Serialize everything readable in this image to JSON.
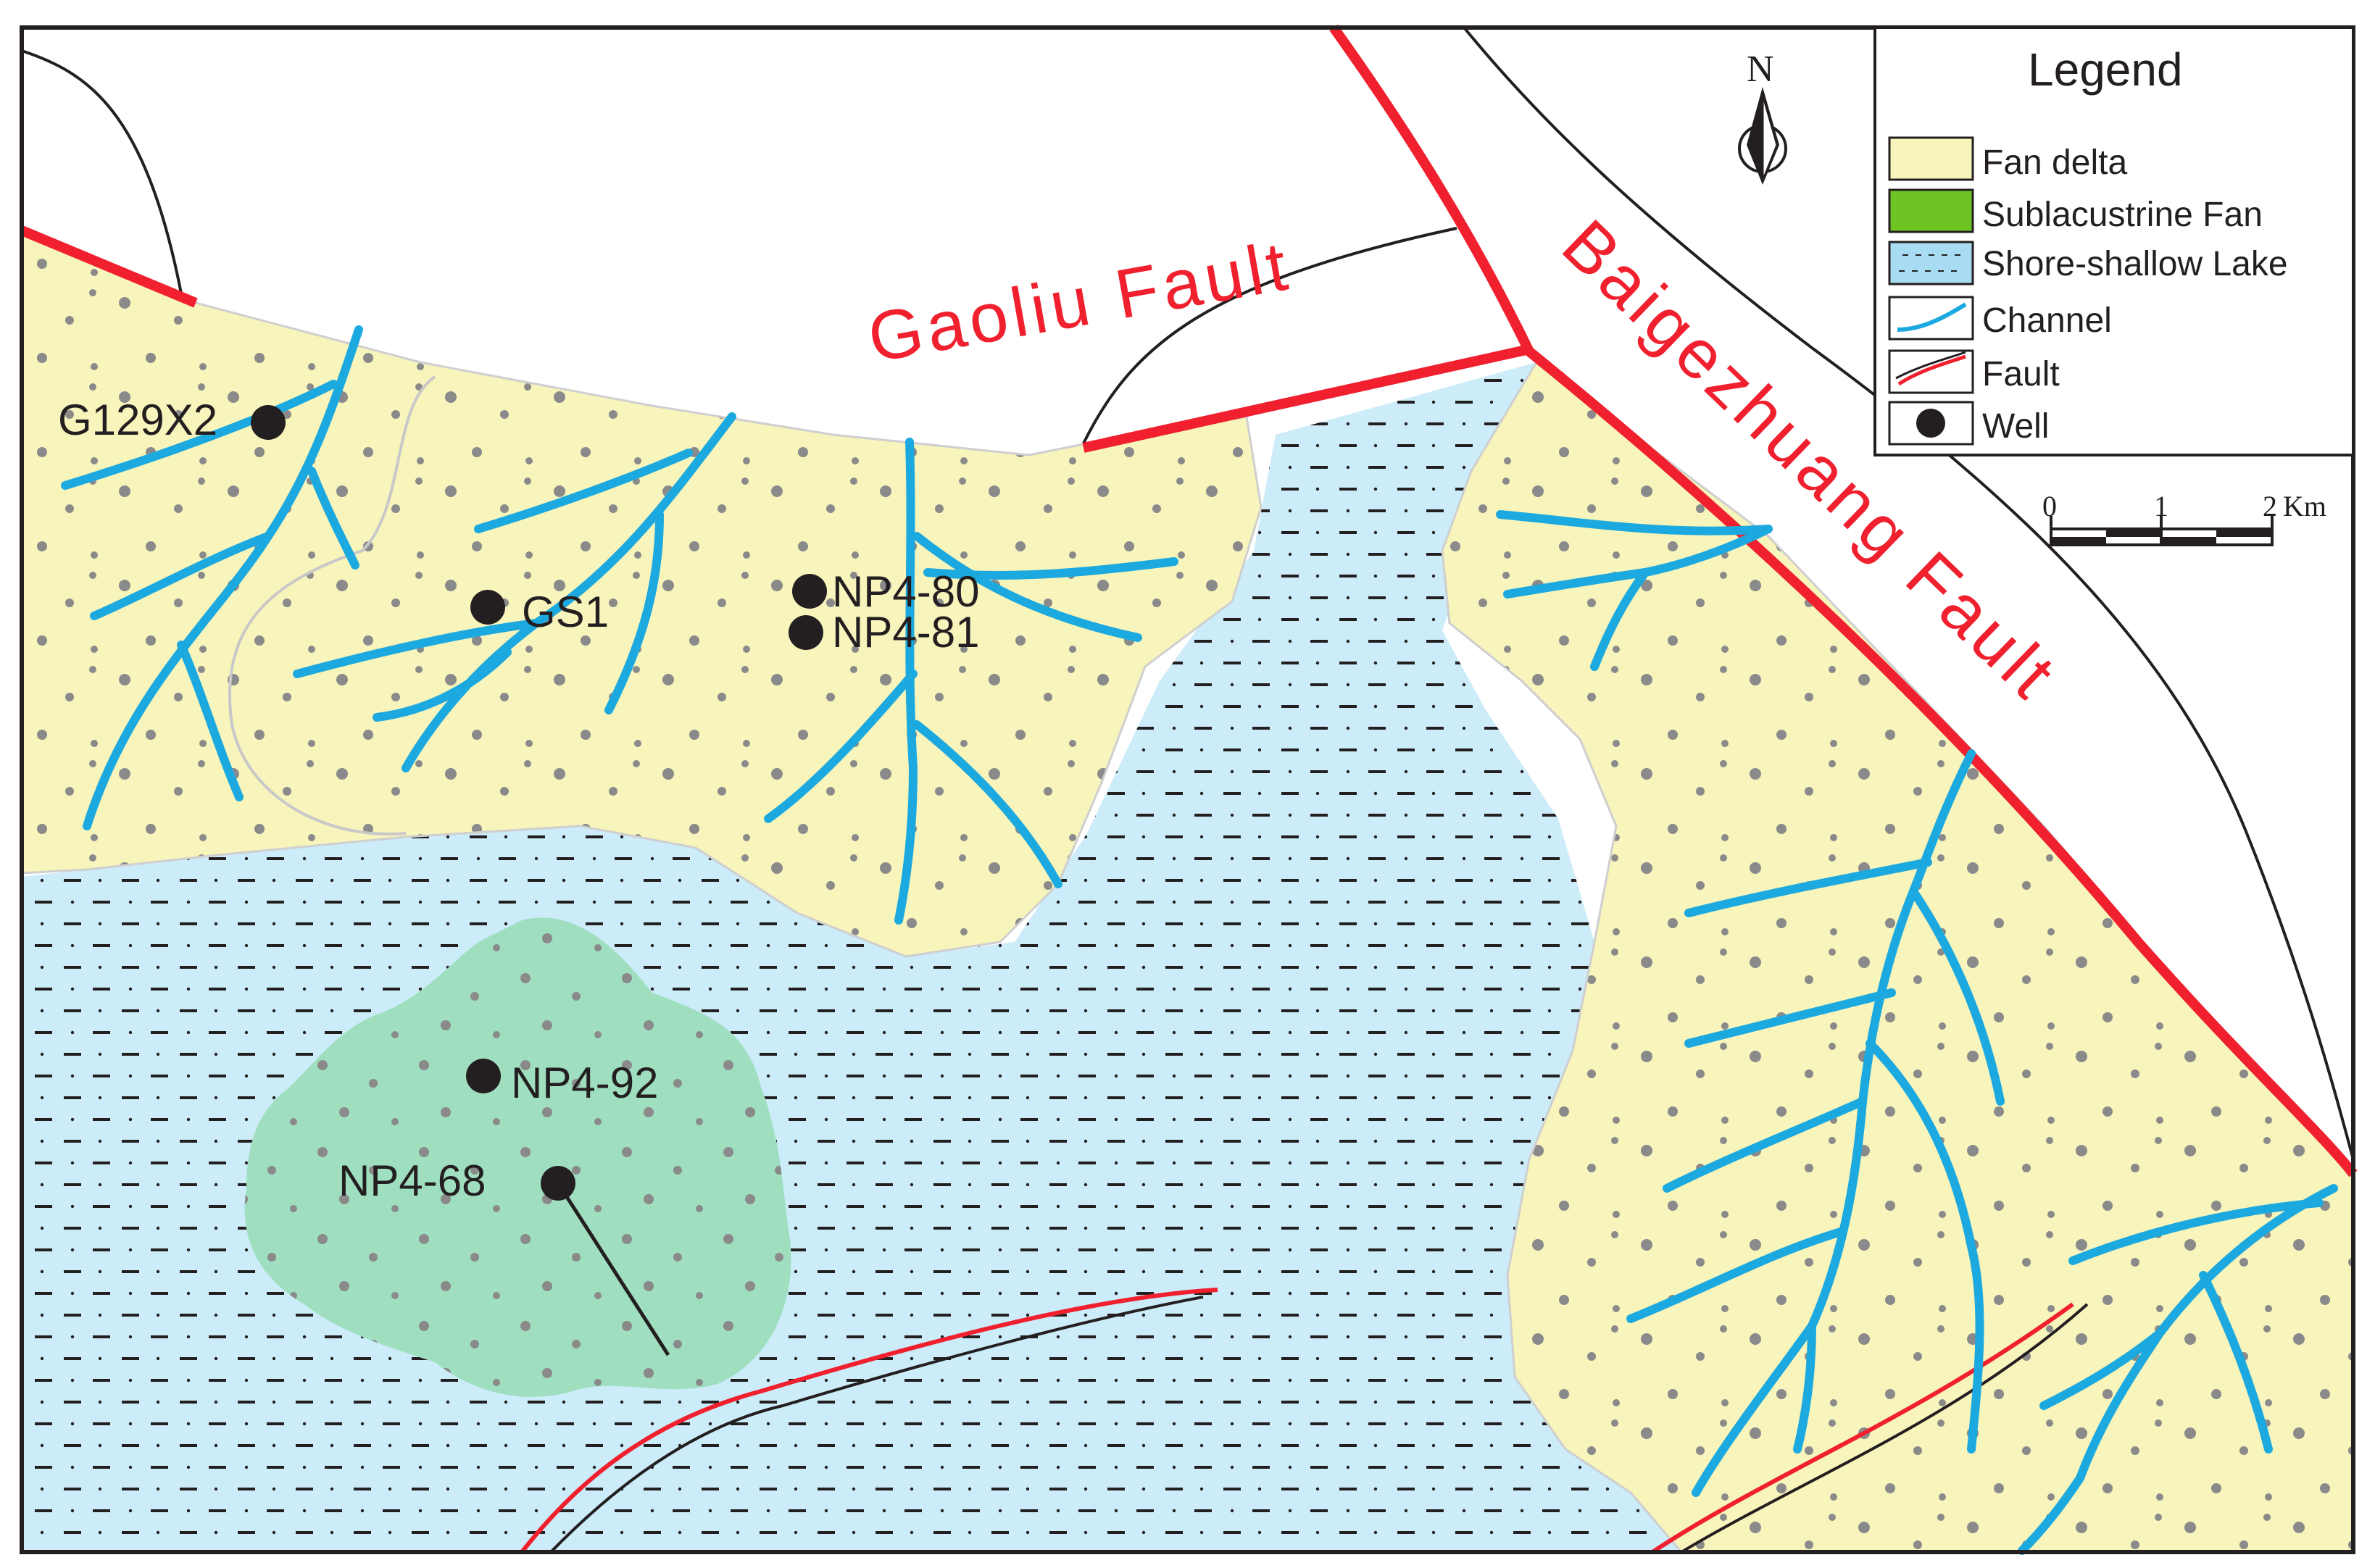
{
  "map": {
    "faults": {
      "gaoliu": "Gaoliu Fault",
      "baigezhuang": "Baigezhuang Fault"
    },
    "wells": [
      {
        "label": "G129X2"
      },
      {
        "label": "GS1"
      },
      {
        "label": "NP4-80"
      },
      {
        "label": "NP4-81"
      },
      {
        "label": "NP4-92"
      },
      {
        "label": "NP4-68"
      }
    ],
    "north": "N"
  },
  "legend": {
    "title": "Legend",
    "items": [
      {
        "label": "Fan delta",
        "color": "#f7f4bc"
      },
      {
        "label": "Sublacustrine Fan",
        "color": "#6fc424"
      },
      {
        "label": "Shore-shallow Lake",
        "color": "#a8dcf2"
      },
      {
        "label": "Channel",
        "color": "#1ca9df"
      },
      {
        "label": "Fault",
        "color": "#f0202e"
      },
      {
        "label": "Well",
        "color": "#231f20"
      }
    ]
  },
  "scale": {
    "ticks": [
      "0",
      "1",
      "2"
    ],
    "unit": "Km"
  },
  "colors": {
    "fan_delta": "#f7f4bc",
    "lake": "#cbecf8",
    "sublacustrine": "#9fdfbf",
    "channel": "#1ca9df",
    "fault": "#f0202e",
    "outline": "#231f20"
  }
}
